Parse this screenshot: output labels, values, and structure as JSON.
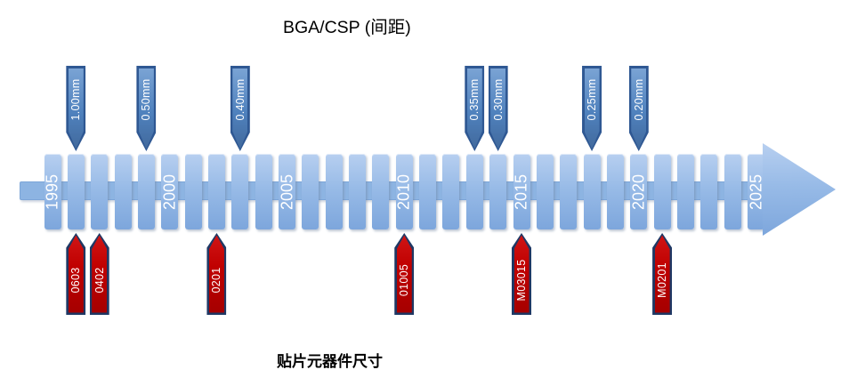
{
  "title": "BGA/CSP (间距)",
  "bottom_title": "贴片元器件尺寸",
  "timeline": {
    "start_year": 1995,
    "end_year": 2025,
    "label_step": 5,
    "year_labels": [
      "1995",
      "2000",
      "2005",
      "2010",
      "2015",
      "2020",
      "2025"
    ]
  },
  "pitch_markers": [
    {
      "label": "1.00mm",
      "year": 1996
    },
    {
      "label": "0.50mm",
      "year": 1999
    },
    {
      "label": "0.40mm",
      "year": 2003
    },
    {
      "label": "0.35mm",
      "year": 2013
    },
    {
      "label": "0.30mm",
      "year": 2014
    },
    {
      "label": "0.25mm",
      "year": 2018
    },
    {
      "label": "0.20mm",
      "year": 2020
    }
  ],
  "component_markers": [
    {
      "label": "0603",
      "year": 1996
    },
    {
      "label": "0402",
      "year": 1997
    },
    {
      "label": "0201",
      "year": 2002
    },
    {
      "label": "01005",
      "year": 2010
    },
    {
      "label": "M03015",
      "year": 2015
    },
    {
      "label": "M0201",
      "year": 2021
    }
  ],
  "colors": {
    "bar_light": "#b7cff0",
    "bar_mid": "#98bbe7",
    "bar_dark": "#7da6dc",
    "stem": "#8db4e2",
    "stem_border": "#7da6d8",
    "pitch_fill_light": "#7aa3d4",
    "pitch_fill": "#4f81bd",
    "pitch_fill_dark": "#41699c",
    "pitch_border": "#2f5893",
    "component_fill": "#c00000",
    "component_border": "#1f3864",
    "marker_text": "#ffffff",
    "year_text": "#ffffff",
    "title_text": "#000000"
  }
}
